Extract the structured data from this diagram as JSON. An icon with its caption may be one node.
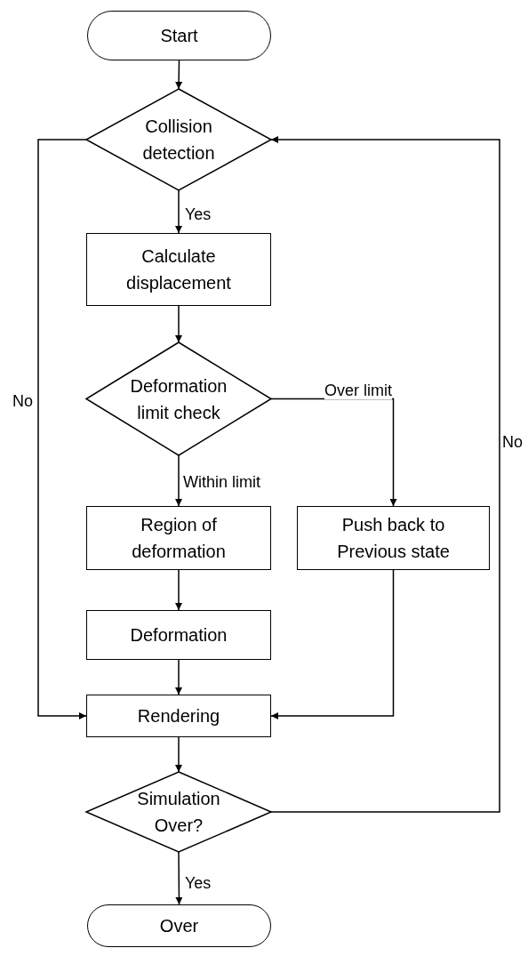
{
  "diagram": {
    "nodes": [
      {
        "text": [
          "Start"
        ]
      },
      {
        "text": [
          "Collision detection"
        ]
      },
      {
        "text": [
          "Calculate displacement"
        ]
      },
      {
        "text": [
          "Deformation limit check"
        ]
      },
      {
        "text": [
          "Region of deformation"
        ]
      },
      {
        "text": [
          "Push back to Previous state"
        ]
      },
      {
        "text": [
          "Deformation"
        ]
      },
      {
        "text": [
          "Rendering"
        ]
      },
      {
        "text": [
          "Simulation Over?"
        ]
      },
      {
        "text": [
          "Over"
        ]
      }
    ],
    "edges": [
      {
        "from": 0,
        "to": 1,
        "arrow": "to"
      },
      {
        "from": 1,
        "to": 2,
        "arrow": "to",
        "label": "Yes"
      },
      {
        "from": 1,
        "to": 7,
        "arrow": "to",
        "label": "No"
      },
      {
        "from": 2,
        "to": 3,
        "arrow": "to"
      },
      {
        "from": 3,
        "to": 4,
        "arrow": "to",
        "label": "Within limit"
      },
      {
        "from": 3,
        "to": 5,
        "arrow": "to",
        "label": "Over limit"
      },
      {
        "from": 4,
        "to": 6,
        "arrow": "to"
      },
      {
        "from": 6,
        "to": 7,
        "arrow": "to"
      },
      {
        "from": 5,
        "to": 7,
        "arrow": "to"
      },
      {
        "from": 7,
        "to": 8,
        "arrow": "to"
      },
      {
        "from": 8,
        "to": 9,
        "arrow": "to",
        "label": "Yes"
      },
      {
        "from": 8,
        "to": 1,
        "arrow": "to",
        "label": "No"
      }
    ]
  }
}
